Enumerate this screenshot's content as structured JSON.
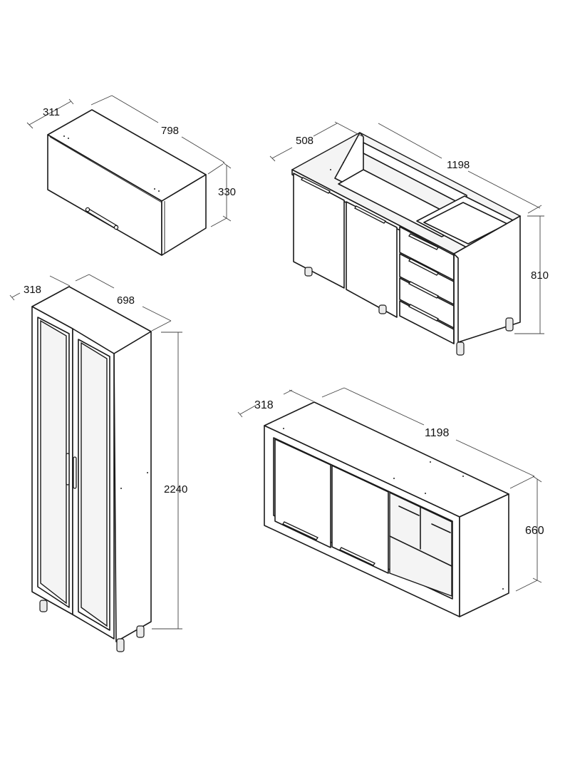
{
  "drawing": {
    "units": "mm",
    "line_color": "#1a1a1a",
    "background": "#ffffff"
  },
  "cabinets": [
    {
      "id": "wall-cabinet-small",
      "description": "Wall cabinet with single lift-up door",
      "dimensions": {
        "depth": "311",
        "width": "798",
        "height": "330"
      }
    },
    {
      "id": "base-cabinet",
      "description": "Base cabinet with two doors and four drawers",
      "dimensions": {
        "depth": "508",
        "width": "1198",
        "height": "810"
      }
    },
    {
      "id": "tall-cabinet",
      "description": "Tall pantry cabinet with two framed doors",
      "dimensions": {
        "depth": "318",
        "width": "698",
        "height": "2240"
      }
    },
    {
      "id": "wall-cabinet-large",
      "description": "Wall cabinet with two flap doors and open niche shelves",
      "dimensions": {
        "depth": "318",
        "width": "1198",
        "height": "660"
      }
    }
  ]
}
